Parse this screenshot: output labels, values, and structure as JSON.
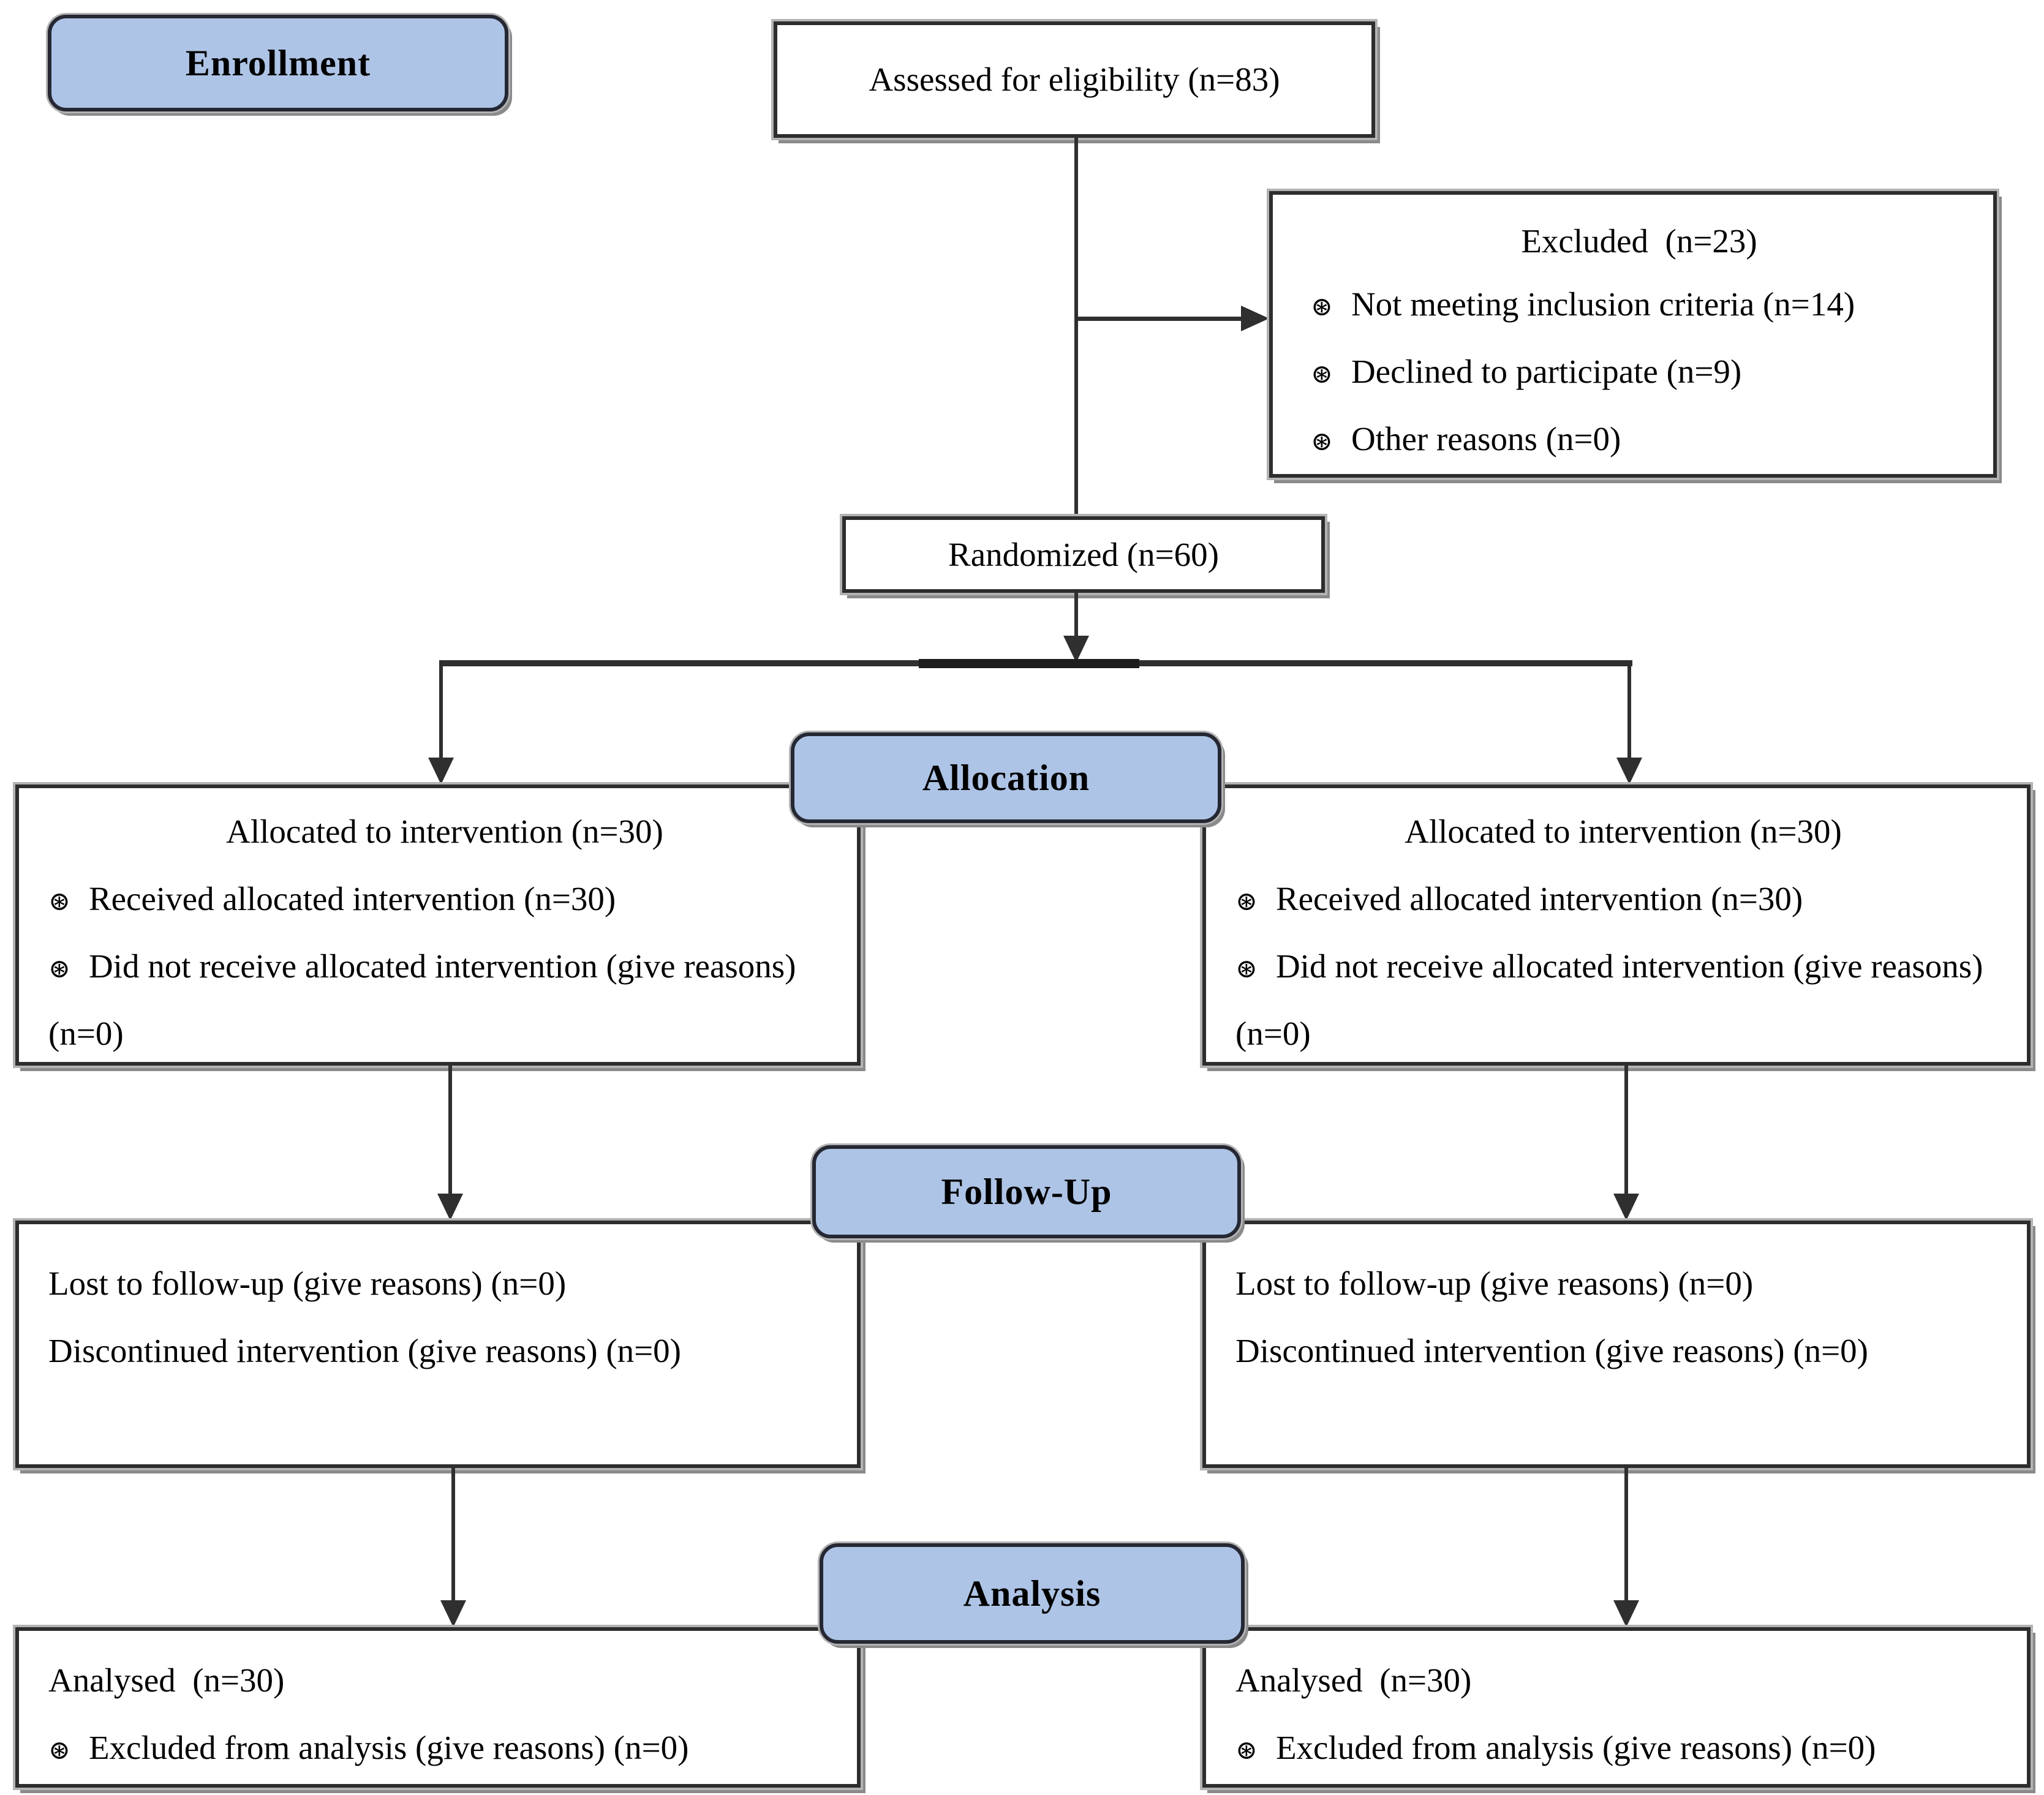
{
  "diagram": {
    "stages": {
      "enrollment_label": "Enrollment",
      "allocation_label": "Allocation",
      "followup_label": "Follow-Up",
      "analysis_label": "Analysis"
    },
    "bullet_glyph": "⊛",
    "assessed": {
      "text": "Assessed for eligibility (n=83)"
    },
    "excluded": {
      "title": "Excluded  (n=23)",
      "items": [
        "Not meeting inclusion criteria (n=14)",
        "Declined to participate (n=9)",
        "Other reasons (n=0)"
      ]
    },
    "randomized": {
      "text": "Randomized (n=60)"
    },
    "left_arm": {
      "allocation_title": "Allocated to intervention (n=30)",
      "allocation_items": [
        "Received allocated intervention (n=30)",
        "Did not receive allocated intervention (give reasons) (n=0)"
      ],
      "followup_lines": [
        "Lost to follow-up (give reasons) (n=0)",
        "Discontinued intervention (give reasons) (n=0)"
      ],
      "analysis_title": "Analysed  (n=30)",
      "analysis_items": [
        "Excluded from analysis (give reasons) (n=0)"
      ]
    },
    "right_arm": {
      "allocation_title": "Allocated to intervention (n=30)",
      "allocation_items": [
        "Received allocated intervention (n=30)",
        "Did not receive allocated intervention (give reasons) (n=0)"
      ],
      "followup_lines": [
        "Lost to follow-up (give reasons) (n=0)",
        "Discontinued intervention (give reasons) (n=0)"
      ],
      "analysis_title": "Analysed  (n=30)",
      "analysis_items": [
        "Excluded from analysis (give reasons) (n=0)"
      ]
    },
    "colors": {
      "badge_fill": "#aec4e6",
      "badge_border": "#252833",
      "box_border": "#2d2d2d",
      "shadow": "#8a8a8a",
      "connector": "#2f2f2f"
    }
  }
}
